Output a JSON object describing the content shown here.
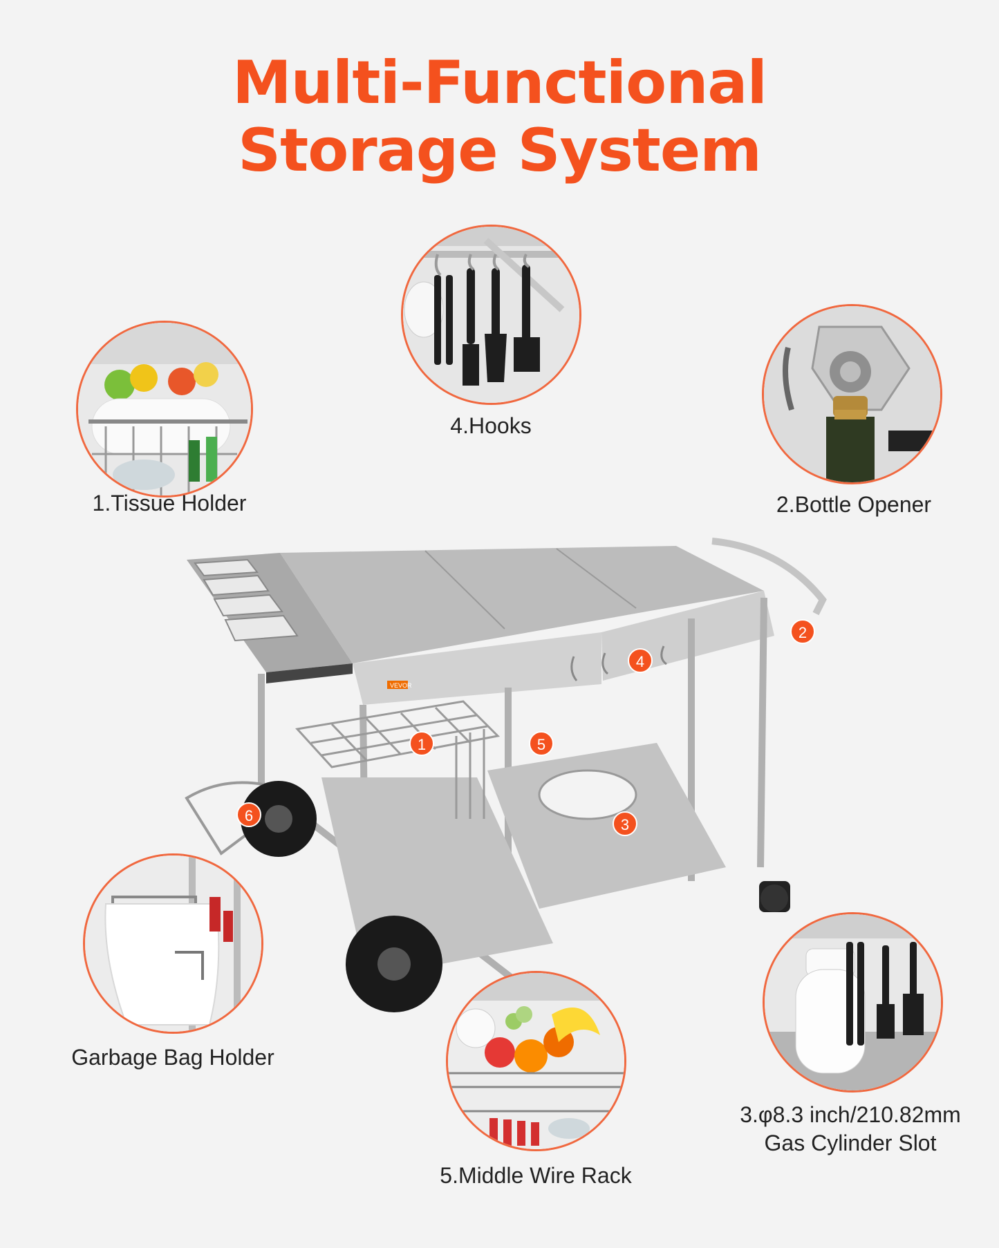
{
  "header": {
    "title_line1": "Multi-Functional",
    "title_line2": "Storage System"
  },
  "features": {
    "tissue_holder": "1.Tissue Holder",
    "hooks": "4.Hooks",
    "bottle_opener": "2.Bottle Opener",
    "garbage_bag_holder": "Garbage Bag Holder",
    "middle_wire_rack": "5.Middle Wire Rack",
    "gas_slot_line1": "3.φ8.3 inch/210.82mm",
    "gas_slot_line2": "Gas Cylinder Slot"
  },
  "badges": [
    "1",
    "2",
    "3",
    "4",
    "5",
    "6"
  ],
  "brand": "VEVOR",
  "colors": {
    "accent": "#f4511e",
    "background": "#f3f3f3",
    "steel": "#b9b9b9"
  }
}
